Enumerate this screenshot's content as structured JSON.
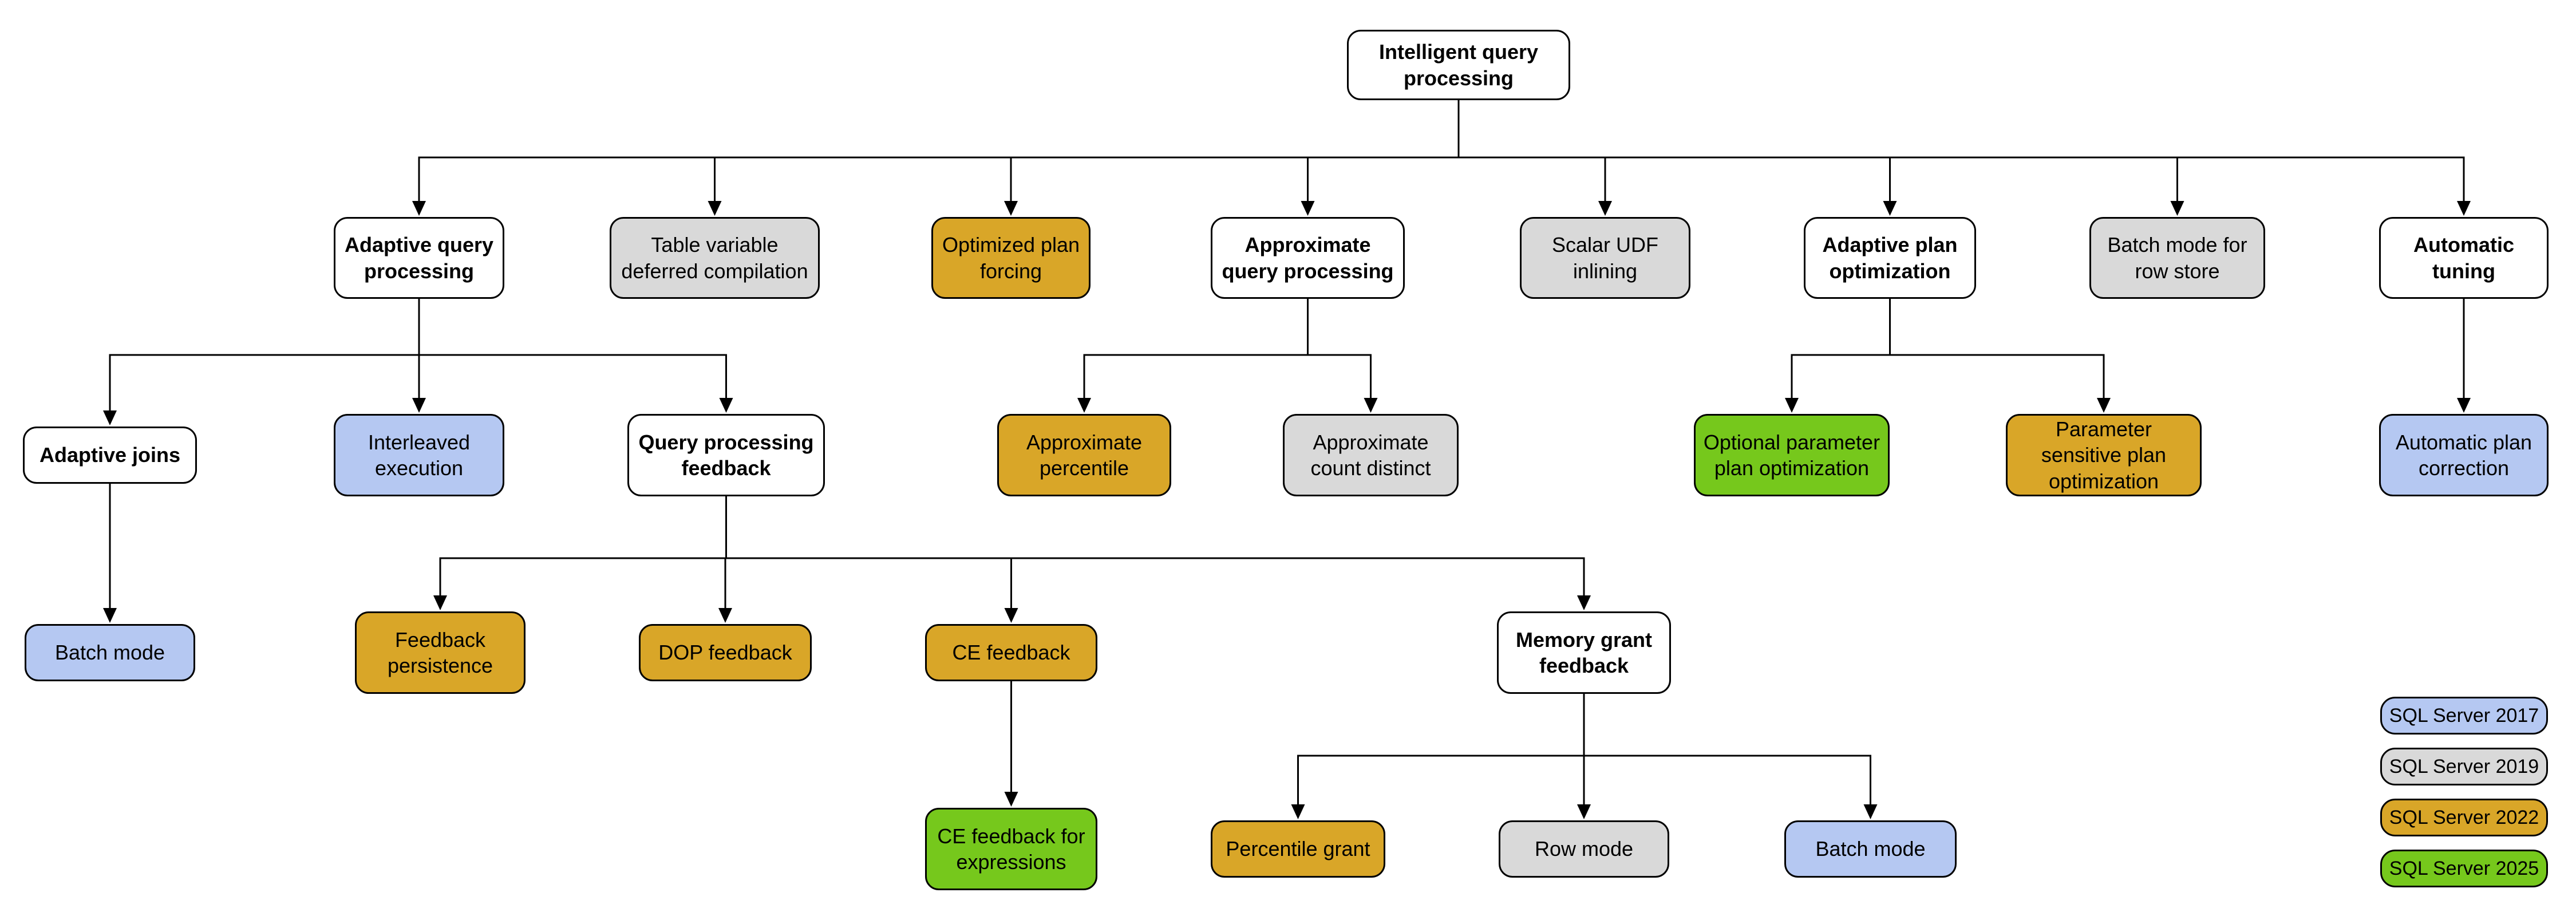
{
  "diagram_title": "Intelligent query processing",
  "colors": {
    "base": "#FFFFFF",
    "sql2017": "#B5C8F2",
    "sql2019": "#D9D9D9",
    "sql2022": "#D9A628",
    "sql2025": "#76C81C",
    "border": "#000000",
    "line": "#000000"
  },
  "nodes": [
    {
      "id": "intelligent-query-processing",
      "label": "Intelligent query processing",
      "version": "base"
    },
    {
      "id": "adaptive-query-processing",
      "label": "Adaptive query processing",
      "version": "base"
    },
    {
      "id": "table-variable-deferred-compilation",
      "label": "Table variable deferred compilation",
      "version": "sql2019"
    },
    {
      "id": "optimized-plan-forcing",
      "label": "Optimized plan forcing",
      "version": "sql2022"
    },
    {
      "id": "approximate-query-processing",
      "label": "Approximate query processing",
      "version": "base"
    },
    {
      "id": "scalar-udf-inlining",
      "label": "Scalar UDF inlining",
      "version": "sql2019"
    },
    {
      "id": "adaptive-plan-optimization",
      "label": "Adaptive plan optimization",
      "version": "base"
    },
    {
      "id": "batch-mode-for-row-store",
      "label": "Batch mode for row store",
      "version": "sql2019"
    },
    {
      "id": "automatic-tuning",
      "label": "Automatic tuning",
      "version": "base"
    },
    {
      "id": "adaptive-joins",
      "label": "Adaptive joins",
      "version": "base"
    },
    {
      "id": "interleaved-execution",
      "label": "Interleaved execution",
      "version": "sql2017"
    },
    {
      "id": "query-processing-feedback",
      "label": "Query processing feedback",
      "version": "base"
    },
    {
      "id": "approximate-percentile",
      "label": "Approximate percentile",
      "version": "sql2022"
    },
    {
      "id": "approximate-count-distinct",
      "label": "Approximate count distinct",
      "version": "sql2019"
    },
    {
      "id": "optional-parameter-plan-optimization",
      "label": "Optional parameter plan optimization",
      "version": "sql2025"
    },
    {
      "id": "parameter-sensitive-plan-optimization",
      "label": "Parameter sensitive plan optimization",
      "version": "sql2022"
    },
    {
      "id": "automatic-plan-correction",
      "label": "Automatic plan correction",
      "version": "sql2017"
    },
    {
      "id": "batch-mode-adaptive-joins",
      "label": "Batch mode",
      "version": "sql2017"
    },
    {
      "id": "feedback-persistence",
      "label": "Feedback persistence",
      "version": "sql2022"
    },
    {
      "id": "dop-feedback",
      "label": "DOP feedback",
      "version": "sql2022"
    },
    {
      "id": "ce-feedback",
      "label": "CE feedback",
      "version": "sql2022"
    },
    {
      "id": "memory-grant-feedback",
      "label": "Memory grant feedback",
      "version": "base"
    },
    {
      "id": "ce-feedback-for-expressions",
      "label": "CE feedback for expressions",
      "version": "sql2025"
    },
    {
      "id": "percentile-grant",
      "label": "Percentile grant",
      "version": "sql2022"
    },
    {
      "id": "row-mode",
      "label": "Row mode",
      "version": "sql2019"
    },
    {
      "id": "batch-mode-memory-grant",
      "label": "Batch mode",
      "version": "sql2017"
    }
  ],
  "edges": [
    {
      "from": "intelligent-query-processing",
      "to": [
        "adaptive-query-processing",
        "table-variable-deferred-compilation",
        "optimized-plan-forcing",
        "approximate-query-processing",
        "scalar-udf-inlining",
        "adaptive-plan-optimization",
        "batch-mode-for-row-store",
        "automatic-tuning"
      ]
    },
    {
      "from": "adaptive-query-processing",
      "to": [
        "adaptive-joins",
        "interleaved-execution",
        "query-processing-feedback"
      ]
    },
    {
      "from": "approximate-query-processing",
      "to": [
        "approximate-percentile",
        "approximate-count-distinct"
      ]
    },
    {
      "from": "adaptive-plan-optimization",
      "to": [
        "optional-parameter-plan-optimization",
        "parameter-sensitive-plan-optimization"
      ]
    },
    {
      "from": "automatic-tuning",
      "to": [
        "automatic-plan-correction"
      ]
    },
    {
      "from": "adaptive-joins",
      "to": [
        "batch-mode-adaptive-joins"
      ]
    },
    {
      "from": "query-processing-feedback",
      "to": [
        "feedback-persistence",
        "dop-feedback",
        "ce-feedback",
        "memory-grant-feedback"
      ]
    },
    {
      "from": "ce-feedback",
      "to": [
        "ce-feedback-for-expressions"
      ]
    },
    {
      "from": "memory-grant-feedback",
      "to": [
        "percentile-grant",
        "row-mode",
        "batch-mode-memory-grant"
      ]
    }
  ],
  "legend": [
    {
      "label": "SQL Server 2017",
      "version": "sql2017"
    },
    {
      "label": "SQL Server 2019",
      "version": "sql2019"
    },
    {
      "label": "SQL Server 2022",
      "version": "sql2022"
    },
    {
      "label": "SQL Server 2025",
      "version": "sql2025"
    }
  ]
}
